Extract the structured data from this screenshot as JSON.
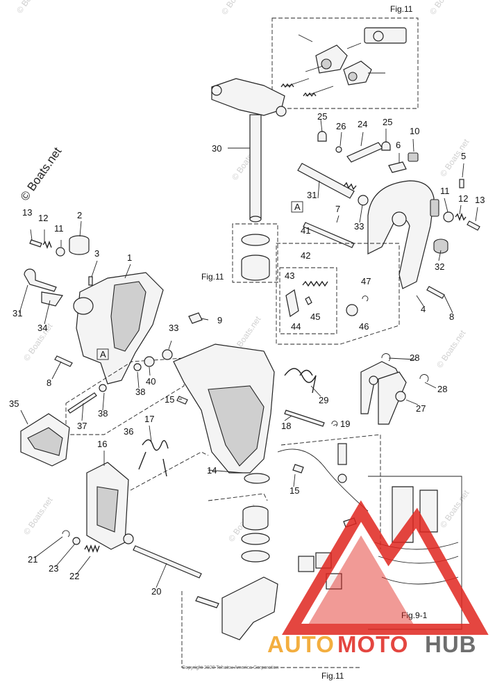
{
  "watermark": {
    "vertical": "© Boats.net",
    "repeat": "© Boats.net"
  },
  "copyright": "Copyright 2020 Tohatsu America Corporation",
  "figure_refs": {
    "top": "Fig.11",
    "left_mid": "Fig.11",
    "bottom": "Fig.11",
    "right_bottom": "Fig.9-1"
  },
  "callouts": {
    "c1": "1",
    "c2": "2",
    "c3": "3",
    "c4": "4",
    "c5": "5",
    "c6": "6",
    "c7": "7",
    "c8a": "8",
    "c8b": "8",
    "c9": "9",
    "c10": "10",
    "c11a": "11",
    "c11b": "11",
    "c12a": "12",
    "c12b": "12",
    "c13a": "13",
    "c13b": "13",
    "c14": "14",
    "c15a": "15",
    "c15b": "15",
    "c16": "16",
    "c17": "17",
    "c18": "18",
    "c19": "19",
    "c20": "20",
    "c21": "21",
    "c22": "22",
    "c23": "23",
    "c24": "24",
    "c25a": "25",
    "c25b": "25",
    "c26": "26",
    "c27": "27",
    "c28a": "28",
    "c28b": "28",
    "c29": "29",
    "c30": "30",
    "c31a": "31",
    "c31b": "31",
    "c32": "32",
    "c33a": "33",
    "c33b": "33",
    "c34": "34",
    "c35": "35",
    "c36": "36",
    "c37": "37",
    "c38a": "38",
    "c38b": "38",
    "c40": "40",
    "c41": "41",
    "c42": "42",
    "c43": "43",
    "c44": "44",
    "c45": "45",
    "c46": "46",
    "c47": "47",
    "boxA1": "A",
    "boxA2": "A"
  },
  "logo": {
    "part1": "AUTO",
    "part2": "MOTO",
    "part3": "HUB",
    "colors": {
      "red": "#e0261f",
      "orange": "#f2a01e",
      "gray": "#555555",
      "triangle": "#e0261f"
    }
  }
}
